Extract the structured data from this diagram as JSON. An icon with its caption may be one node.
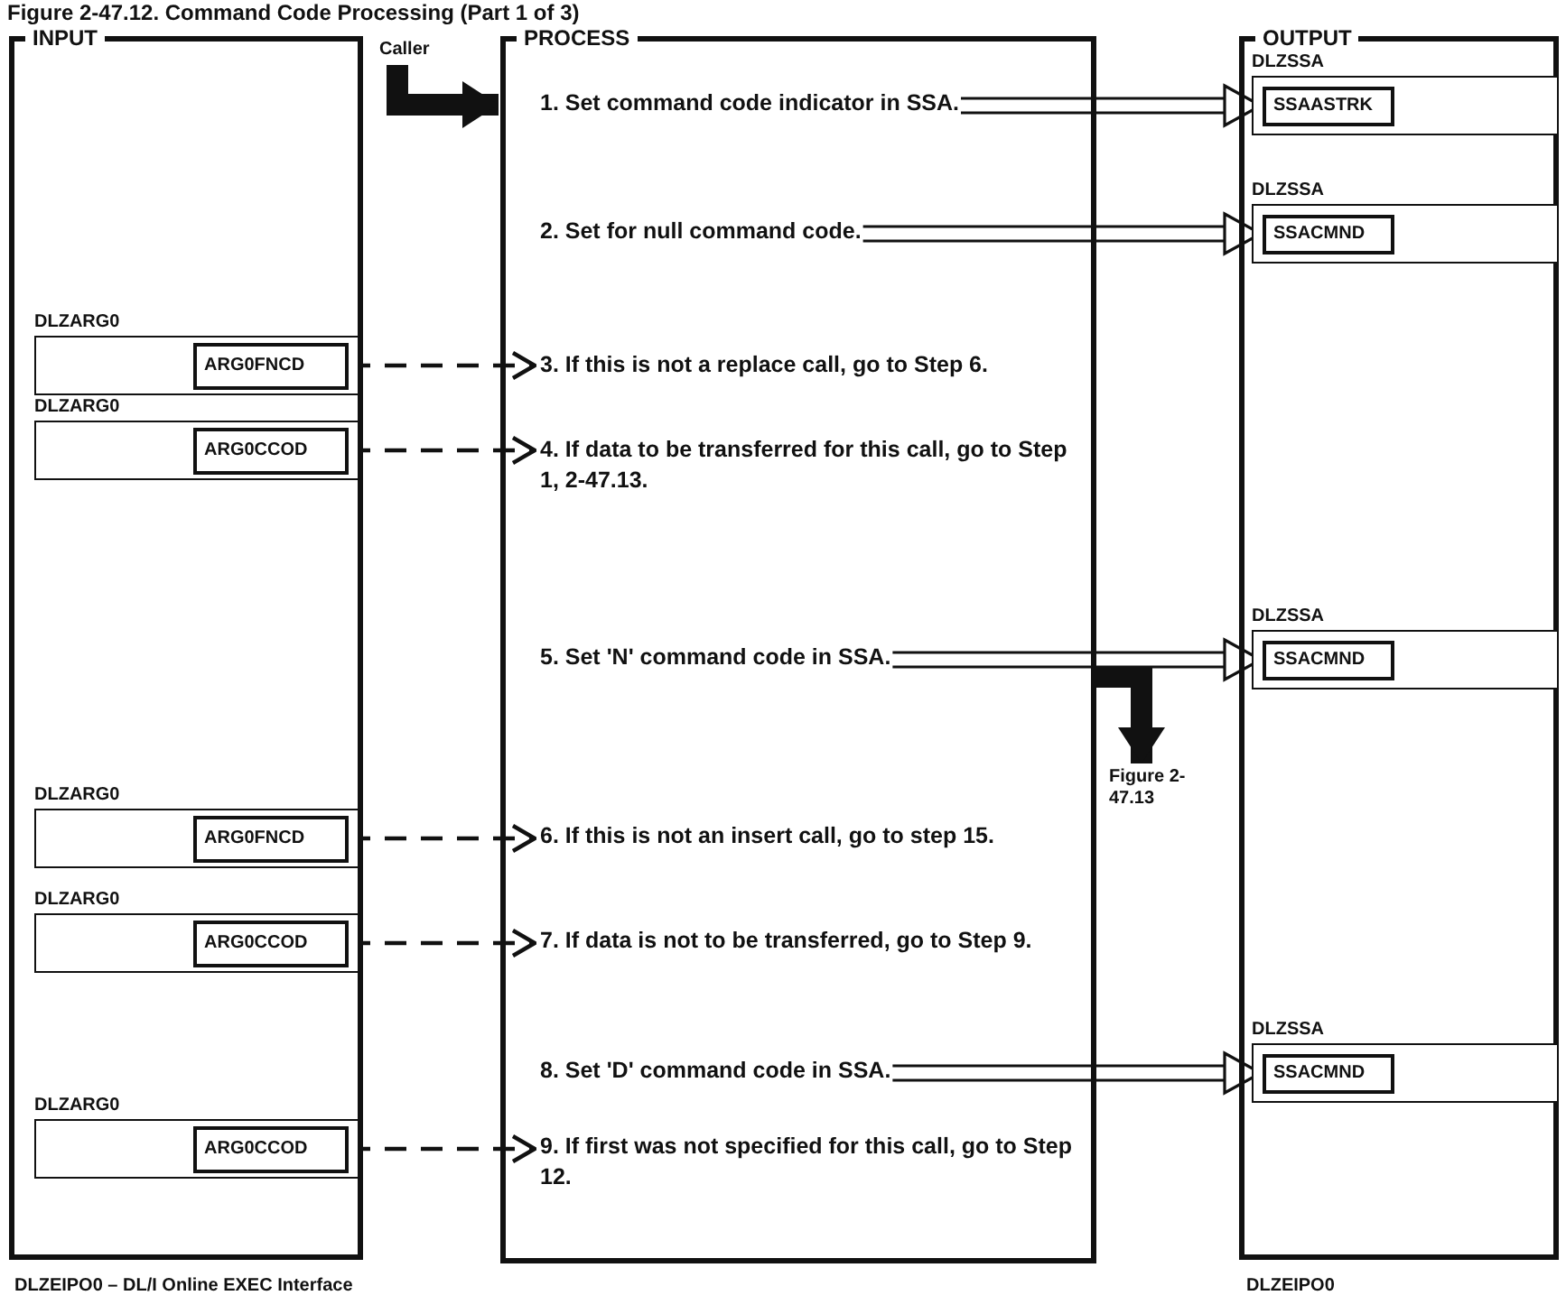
{
  "diagram": {
    "title": "Figure 2-47.12. Command Code Processing (Part 1 of 3)",
    "nodes": [
      {
        "text": [
          "INPUT"
        ]
      },
      {
        "text": [
          "PROCESS"
        ]
      },
      {
        "text": [
          "OUTPUT"
        ]
      },
      {
        "text": [
          "DLZARG0"
        ],
        "in": 0
      },
      {
        "text": [
          "ARG0FNCD"
        ],
        "in": 3
      },
      {
        "text": [
          "DLZARG0"
        ],
        "in": 0
      },
      {
        "text": [
          "ARG0CCOD"
        ],
        "in": 5
      },
      {
        "text": [
          "DLZARG0"
        ],
        "in": 0
      },
      {
        "text": [
          "ARG0FNCD"
        ],
        "in": 7
      },
      {
        "text": [
          "DLZARG0"
        ],
        "in": 0
      },
      {
        "text": [
          "ARG0CCOD"
        ],
        "in": 9
      },
      {
        "text": [
          "DLZARG0"
        ],
        "in": 0
      },
      {
        "text": [
          "ARG0CCOD"
        ],
        "in": 11
      },
      {
        "text": [
          "1. Set command code indicator in SSA."
        ],
        "in": 1
      },
      {
        "text": [
          "2. Set for null command code."
        ],
        "in": 1
      },
      {
        "text": [
          "3. If this is not a replace call, go to Step 6."
        ],
        "in": 1
      },
      {
        "text": [
          "4. If data to be transferred for this call, go to Step 1, 2-47.13."
        ],
        "in": 1
      },
      {
        "text": [
          "5. Set 'N' command code in SSA."
        ],
        "in": 1
      },
      {
        "text": [
          "6. If this is not an insert call, go to step 15."
        ],
        "in": 1
      },
      {
        "text": [
          "7. If data is not to be transferred, go to Step 9."
        ],
        "in": 1
      },
      {
        "text": [
          "8. Set 'D' command code in SSA."
        ],
        "in": 1
      },
      {
        "text": [
          "9. If first was not specified for this call, go to Step 12."
        ],
        "in": 1
      },
      {
        "text": [
          "DLZSSA"
        ],
        "in": 2
      },
      {
        "text": [
          "SSAASTRK"
        ],
        "in": 22
      },
      {
        "text": [
          "DLZSSA"
        ],
        "in": 2
      },
      {
        "text": [
          "SSACMND"
        ],
        "in": 24
      },
      {
        "text": [
          "DLZSSA"
        ],
        "in": 2
      },
      {
        "text": [
          "SSACMND"
        ],
        "in": 26
      },
      {
        "text": [
          "DLZSSA"
        ],
        "in": 2
      },
      {
        "text": [
          "SSACMND"
        ],
        "in": 28
      },
      {
        "text": [
          "Caller"
        ]
      },
      {
        "text": [
          "Figure 2-47.13"
        ]
      }
    ],
    "edges": [
      {
        "from": 4,
        "to": 15,
        "arrow": "to",
        "style": "dashed"
      },
      {
        "from": 6,
        "to": 16,
        "arrow": "to",
        "style": "dashed"
      },
      {
        "from": 8,
        "to": 18,
        "arrow": "to",
        "style": "dashed"
      },
      {
        "from": 10,
        "to": 19,
        "arrow": "to",
        "style": "dashed"
      },
      {
        "from": 12,
        "to": 21,
        "arrow": "to",
        "style": "dashed"
      },
      {
        "from": 13,
        "to": 23,
        "arrow": "to"
      },
      {
        "from": 14,
        "to": 25,
        "arrow": "to"
      },
      {
        "from": 17,
        "to": 27,
        "arrow": "to"
      },
      {
        "from": 20,
        "to": 29,
        "arrow": "to"
      },
      {
        "from": 30,
        "to": 1,
        "arrow": "to",
        "style": "thick"
      },
      {
        "from": 1,
        "to": 31,
        "arrow": "to",
        "style": "thick"
      }
    ],
    "labels": [
      "DLZEIPO0 – DL/I Online EXEC Interface",
      "DLZEIPO0"
    ]
  }
}
